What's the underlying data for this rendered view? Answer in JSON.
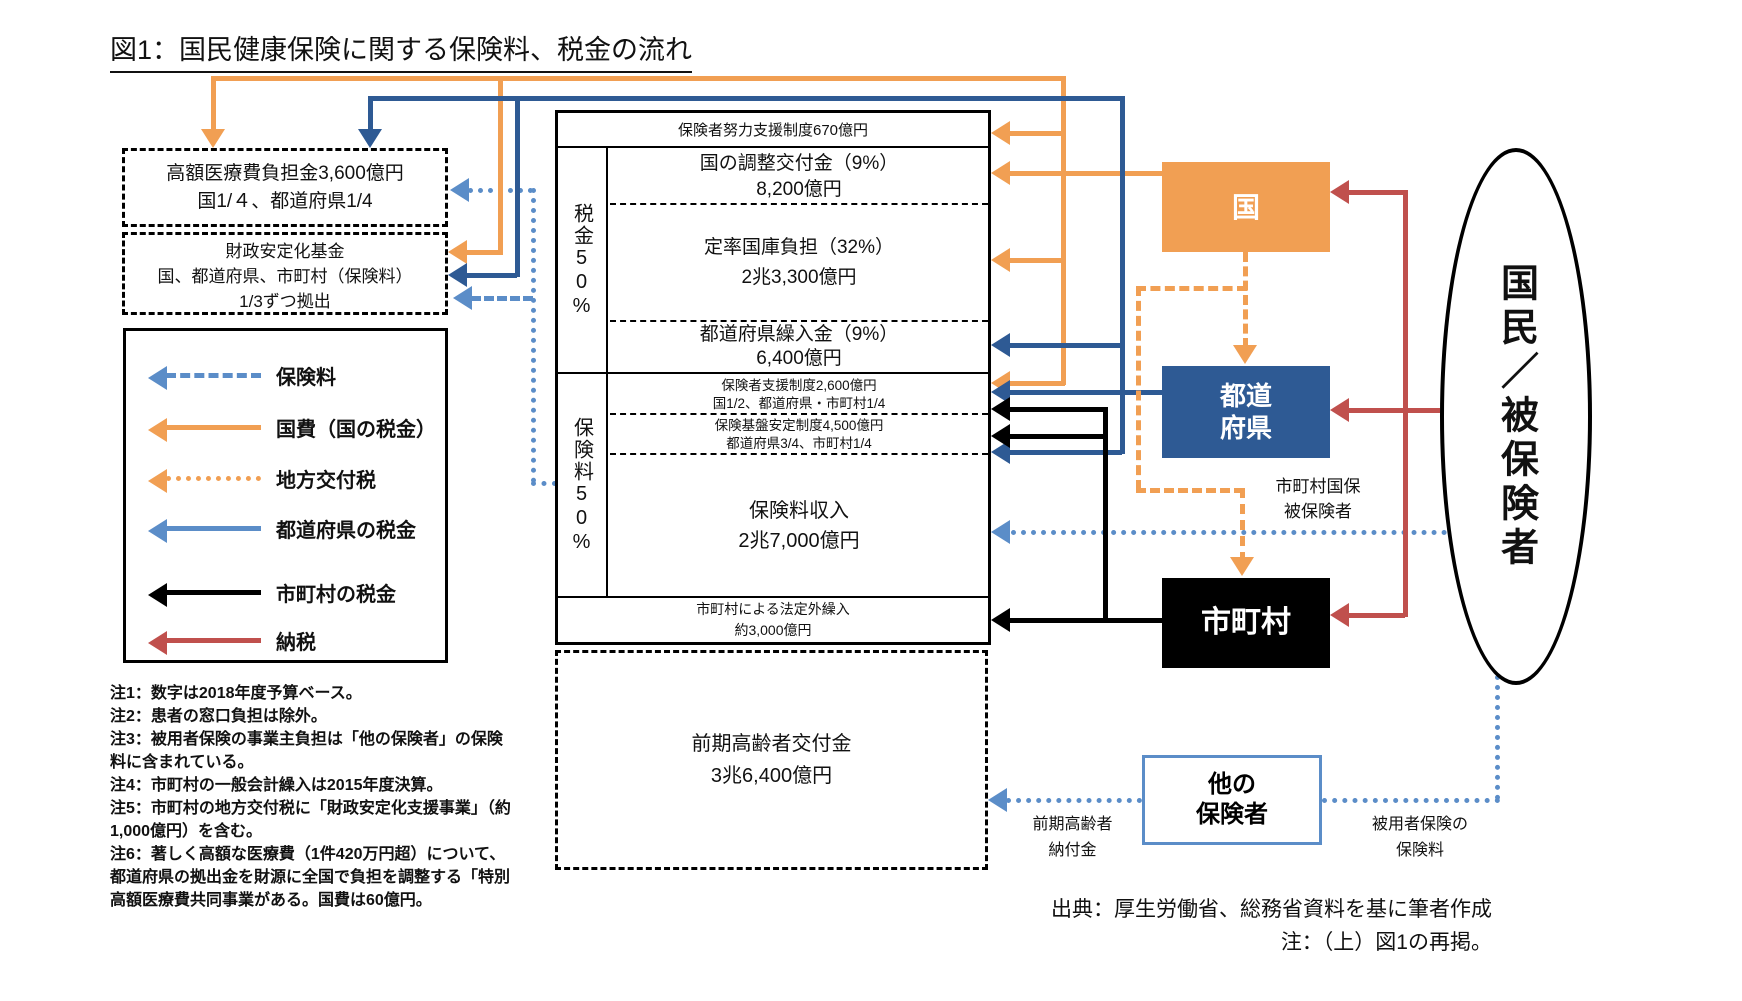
{
  "title": "図1：国民健康保険に関する保険料、税金の流れ",
  "colors": {
    "kokuhi_orange": "#F19F53",
    "todofuken_navy": "#2E5A94",
    "hokenryo_lightblue": "#5B8DC8",
    "nozei_crimson": "#C0504D",
    "shichoson_black": "#000000"
  },
  "funds": {
    "kogaku": {
      "line1": "高額医療費負担金3,600億円",
      "line2": "国1/４、都道府県1/4"
    },
    "zaisei": {
      "line1": "財政安定化基金",
      "line2": "国、都道府県、市町村（保険料）",
      "line3": "1/3ずつ拠出"
    }
  },
  "legend": {
    "items": [
      {
        "label": "保険料",
        "style": "dashed",
        "color": "#5B8DC8"
      },
      {
        "label": "国費（国の税金）",
        "style": "solid",
        "color": "#F19F53"
      },
      {
        "label": "地方交付税",
        "style": "dotted",
        "color": "#F19F53"
      },
      {
        "label": "都道府県の税金",
        "style": "solid",
        "color": "#5B8DC8"
      },
      {
        "label": "市町村の税金",
        "style": "solid",
        "color": "#000000"
      },
      {
        "label": "納税",
        "style": "solid",
        "color": "#C0504D"
      }
    ]
  },
  "notes": [
    "注1：数字は2018年度予算ベース。",
    "注2：患者の窓口負担は除外。",
    "注3：被用者保険の事業主負担は「他の保険者」の保険料に含まれている。",
    "注4：市町村の一般会計繰入は2015年度決算。",
    "注5：市町村の地方交付税に「財政安定化支援事業」（約1,000億円）を含む。",
    "注6：著しく高額な医療費（1件420万円超）について、都道府県の拠出金を財源に全国で負担を調整する「特別高額医療費共同事業がある。国費は60億円。"
  ],
  "center_box": {
    "top_row": "保険者努力支援制度670億円",
    "tax_label": "税金50%",
    "premium_label": "保険料50%",
    "chosei_l1": "国の調整交付金（9%）",
    "chosei_l2": "8,200億円",
    "teiritsu_l1": "定率国庫負担（32%）",
    "teiritsu_l2": "2兆3,300億円",
    "kuriire_l1": "都道府県繰入金（9%）",
    "kuriire_l2": "6,400億円",
    "shien_l1": "保険者支援制度2,600億円",
    "shien_l2": "国1/2、都道府県・市町村1/4",
    "kiban_l1": "保険基盤安定制度4,500億円",
    "kiban_l2": "都道府県3/4、市町村1/4",
    "shunyu_l1": "保険料収入",
    "shunyu_l2": "2兆7,000億円",
    "hoteigai_l1": "市町村による法定外繰入",
    "hoteigai_l2": "約3,000億円"
  },
  "zenki_box": {
    "line1": "前期高齢者交付金",
    "line2": "3兆6,400億円"
  },
  "entities": {
    "kuni": "国",
    "todofuken_l1": "都道",
    "todofuken_l2": "府県",
    "shichoson": "市町村",
    "hoka_l1": "他の",
    "hoka_l2": "保険者",
    "ellipse": "国民／被保険者"
  },
  "labels": {
    "kokuho_l1": "市町村国保",
    "kokuho_l2": "被保険者",
    "nofukin_l1": "前期高齢者",
    "nofukin_l2": "納付金",
    "hiyosha_l1": "被用者保険の",
    "hiyosha_l2": "保険料"
  },
  "source": {
    "line1": "出典：厚生労働省、総務省資料を基に筆者作成",
    "line2": "注：（上）図1の再掲。"
  }
}
